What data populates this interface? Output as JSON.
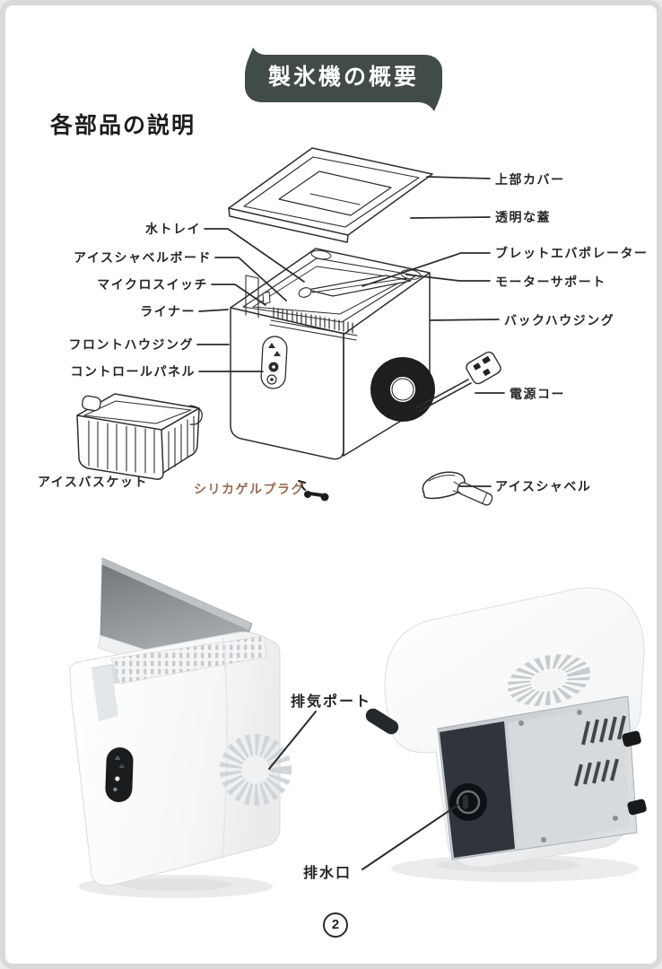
{
  "banner": {
    "title": "製氷機の概要"
  },
  "section": {
    "heading": "各部品の説明"
  },
  "exploded_diagram": {
    "left_labels": [
      "水トレイ",
      "アイスシャベルボード",
      "マイクロスイッチ",
      "ライナー",
      "フロントハウジング",
      "コントロールパネル"
    ],
    "right_labels": [
      "上部カバー",
      "透明な蓋",
      "ブレットエバポレーター",
      "モーターサポート",
      "バックハウジング",
      "電源コー",
      "アイスシャベル"
    ],
    "accessory_labels": [
      "アイスバスケット",
      "シリカゲルプラグ"
    ]
  },
  "photo_section": {
    "exhaust_port_label": "排気ポート",
    "drain_outlet_label": "排水口"
  },
  "footer": {
    "page_number": "2"
  },
  "colors": {
    "banner_bg": "#414b47",
    "label_text": "#272727",
    "silica_label_accent": "#9a6a50",
    "line_art": "#2e2e2e"
  }
}
